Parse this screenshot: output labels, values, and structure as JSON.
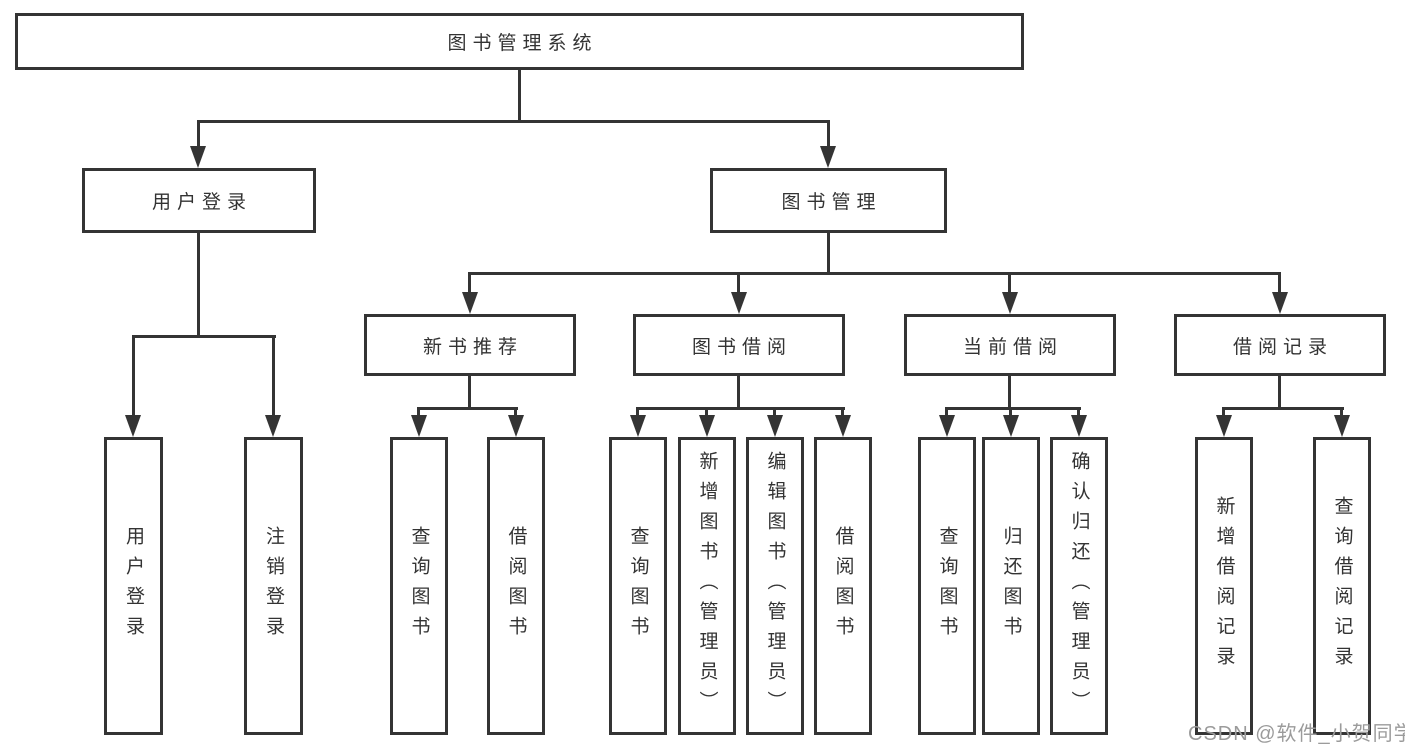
{
  "tree": {
    "root": {
      "label": "图书管理系统"
    },
    "children": [
      {
        "label": "用户登录",
        "children": [
          {
            "label": "用户登录"
          },
          {
            "label": "注销登录"
          }
        ]
      },
      {
        "label": "图书管理",
        "children": [
          {
            "label": "新书推荐",
            "children": [
              {
                "label": "查询图书"
              },
              {
                "label": "借阅图书"
              }
            ]
          },
          {
            "label": "图书借阅",
            "children": [
              {
                "label": "查询图书"
              },
              {
                "label": "新增图书（管理员）"
              },
              {
                "label": "编辑图书（管理员）"
              },
              {
                "label": "借阅图书"
              }
            ]
          },
          {
            "label": "当前借阅",
            "children": [
              {
                "label": "查询图书"
              },
              {
                "label": "归还图书"
              },
              {
                "label": "确认归还（管理员）"
              }
            ]
          },
          {
            "label": "借阅记录",
            "children": [
              {
                "label": "新增借阅记录"
              },
              {
                "label": "查询借阅记录"
              }
            ]
          }
        ]
      }
    ]
  },
  "watermark": {
    "text": "CSDN @软件_小贺同学"
  },
  "colors": {
    "line": "#343434",
    "text": "#333333",
    "watermark": "#9b9b9b",
    "background": "#ffffff"
  }
}
